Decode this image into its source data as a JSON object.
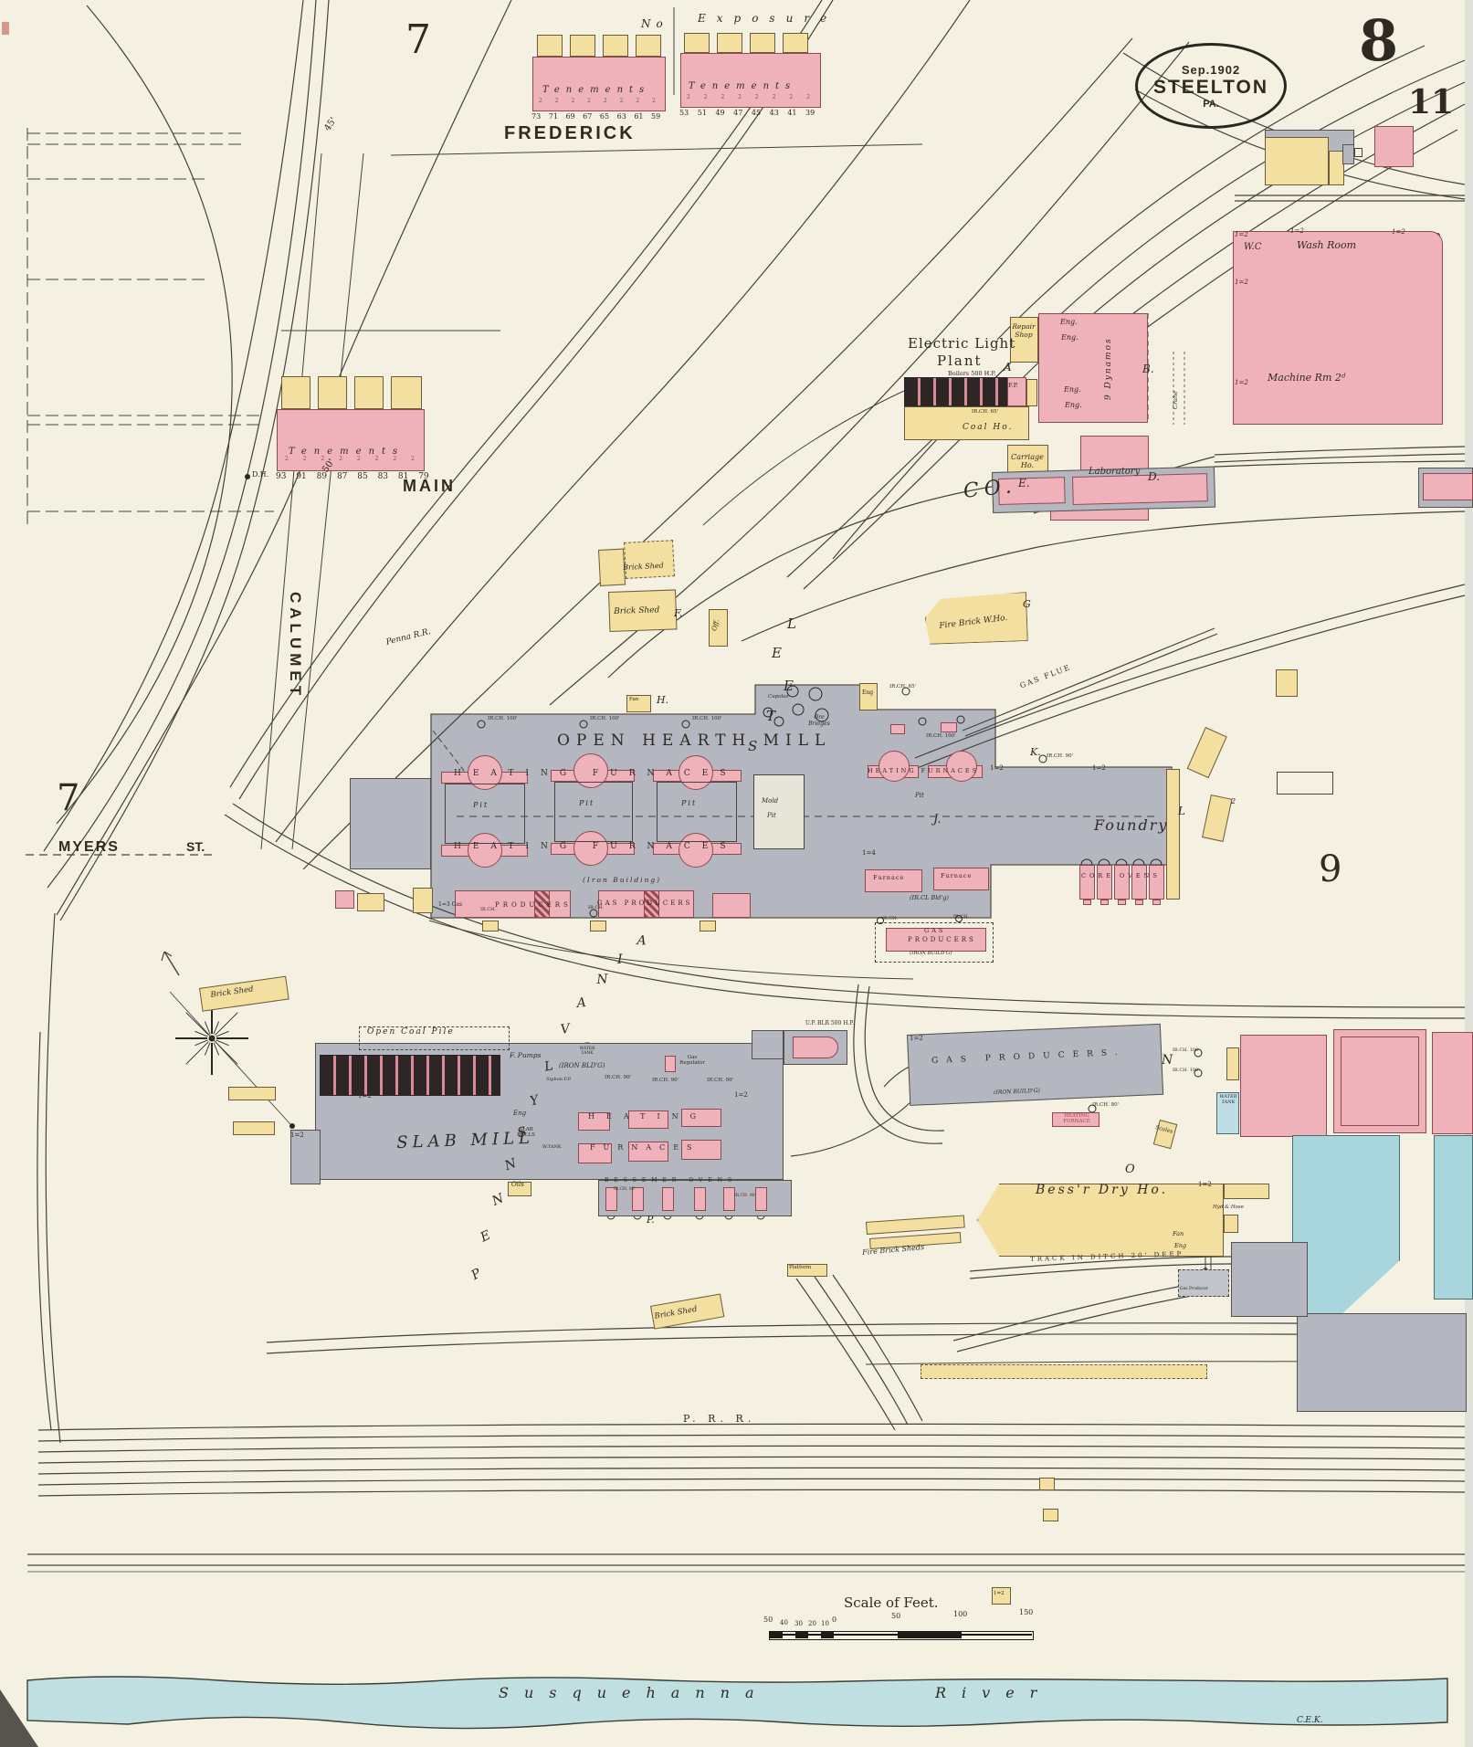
{
  "sheet": {
    "date": "Sep.1902",
    "city": "STEELTON",
    "state": "PA.",
    "number": "8",
    "adjacent_right": "11",
    "adjacent_top_left": "7",
    "adjacent_left": "7",
    "adjacent_bottom_right": "9",
    "credit": "C.E.K."
  },
  "streets": {
    "frederick": "FREDERICK",
    "main": "MAIN",
    "calumet": "CALUMET",
    "myers": "MYERS",
    "myers_suffix": "ST.",
    "penna_rr": "Penna R.R.",
    "prr": "P. R. R.",
    "width_45": "45'",
    "width_50": "50'",
    "dh": "D.H."
  },
  "company": {
    "pennsylvania": "PENNSYLVANIA",
    "steel": "STEEL",
    "co": "CO."
  },
  "tenements": {
    "name": "Tenements",
    "no_word": "No",
    "exposure_word": "Exposure",
    "frederick_west_numbers": "73 71 69 67 65 63 61 59",
    "frederick_east_numbers": "53 51 49 47 45 43 41 39",
    "main_numbers": "93 91 89 87 85 83 81 79",
    "stories": "2 2 2 2 2 2 2 2"
  },
  "electric_plant": {
    "name_line1": "Electric Light",
    "name_line2": "Plant",
    "boilers": "Boilers 500 H.P.",
    "coal_house": "Coal Ho.",
    "repair_shop": "Repair Shop",
    "eng": "Eng.",
    "dynamos": "9 Dynamos",
    "carriage_house": "Carriage Ho.",
    "laboratory": "Laboratory",
    "a": "A",
    "b": "B.",
    "d": "D.",
    "e": "E.",
    "fp": "F.P.",
    "crane": "Crane",
    "irch_65": "IR.CH. 65'"
  },
  "machine_shop": {
    "wc": "W.C",
    "wash_room": "Wash Room",
    "machine_room": "Machine Rm 2ᵈ",
    "one_two": "1=2"
  },
  "yard": {
    "brick_shed": "Brick Shed",
    "office": "Off.",
    "f": "F.",
    "g": "G",
    "fire_brick_wh": "Fire Brick W.Ho.",
    "fire_brick_sheds": "Fire Brick Sheds",
    "platform": "Platform",
    "two": "2"
  },
  "open_hearth": {
    "name": "OPEN HEARTH MILL",
    "h": "H.",
    "fan": "Fan",
    "irch_100": "IR.CH. 100'",
    "cupolas": "Cupolas",
    "ore_bridges": "Ore Bridges",
    "heating_furnaces": "HEATING FURNACES",
    "pit": "Pit",
    "mold": "Mold",
    "iron_building": "(Iron Building)",
    "one_three_gas": "1=3 Gas",
    "producers": "PRODUCERS",
    "gas_producers": "GAS PRODUCERS",
    "irch": "IR.CH."
  },
  "foundry": {
    "name": "Foundry",
    "j": "J.",
    "k": "K.",
    "l": "L",
    "eng": "Eng",
    "one_two": "1=2",
    "one_four": "1=4",
    "furnace": "Furnace",
    "ircl_bldg": "(IR.CL Bld'g)",
    "core_ovens": "CORE OVENS",
    "gas_flue": "GAS FLUE",
    "irch_90": "IR.CH. 90'",
    "irch_65": "IR.CH. 65'",
    "irch_100": "IR.CH. 100'",
    "gas": "GAS",
    "producers": "PRODUCERS",
    "iron_bldg": "(IRON BUILD'G)",
    "heating_furnaces": "HEATING FURNACES",
    "pit": "Pit"
  },
  "slab_mill": {
    "name": "SLAB MILL",
    "open_coal_pile": "Open Coal Pile",
    "f_pumps": "F. Pumps",
    "iron_bldg": "(IRON BLD'G)",
    "siphon_fp": "Siphon F.P.",
    "water_tank": "WATER TANK",
    "irch_90": "IR.CH. 90'",
    "gas_regulator": "Gas Regulator",
    "one_two": "1=2",
    "eng": "Eng",
    "slab_rolls": "SLAB ROLLS",
    "w_tank": "W.TANK",
    "heating": "HEATING",
    "furnaces": "FURNACES",
    "oils": "Oils",
    "bessemer_ovens": "BESSEMER OVENS",
    "p": "P.",
    "up_blr": "U.P. BLR 500 H.P."
  },
  "producers_n": {
    "one_two": "1=2",
    "gas_producers": "GAS PRODUCERS.",
    "iron_bldg": "(IRON BUILD'G)",
    "n": "N",
    "irch_80": "IR.CH. 80'",
    "heating_furnace": "HEATING FURNACE",
    "sc": "Scales",
    "irch_100": "IR.CH. 100'",
    "water_tank": "WATER TANK"
  },
  "bessemer": {
    "o": "O",
    "name": "Bess'r Dry Ho.",
    "one_two": "1=2",
    "hyd_hose": "Hyd & Hose",
    "fan": "Fan",
    "eng": "Eng",
    "track_note": "TRACK IN DITCH 20' DEEP",
    "gas_producer": "Gas Producer"
  },
  "south": {
    "one_two": "1=2"
  },
  "scale_bar": {
    "title": "Scale of Feet.",
    "ticks": [
      "50",
      "40",
      "30",
      "20",
      "10",
      "0",
      "50",
      "100",
      "150"
    ]
  },
  "river": {
    "word1": "Susquehanna",
    "word2": "River"
  }
}
